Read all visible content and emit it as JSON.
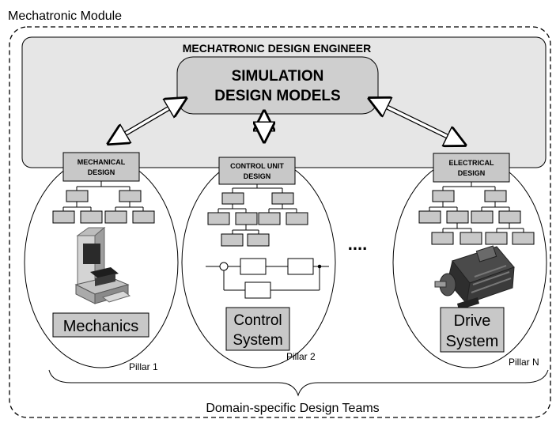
{
  "module_title": "Mechatronic Module",
  "engineer_title": "MECHATRONIC DESIGN ENGINEER",
  "simulation": {
    "line1": "SIMULATION",
    "line2": "DESIGN MODELS"
  },
  "pillars": [
    {
      "header": [
        "MECHANICAL",
        "DESIGN"
      ],
      "label": [
        "Mechanics"
      ],
      "pillar_name": "Pillar 1",
      "illustration": "machine-tool-icon"
    },
    {
      "header": [
        "CONTROL UNIT",
        "DESIGN"
      ],
      "label": [
        "Control",
        "System"
      ],
      "pillar_name": "Pillar 2",
      "illustration": "control-loop-diagram"
    },
    {
      "header": [
        "ELECTRICAL",
        "DESIGN"
      ],
      "label": [
        "Drive",
        "System"
      ],
      "pillar_name": "Pillar N",
      "illustration": "electric-motor-icon"
    }
  ],
  "ellipsis": "....",
  "teams_label": "Domain-specific Design Teams",
  "colors": {
    "panel_fill": "#e6e6e6",
    "sim_fill": "#cfcfcf",
    "box_fill": "#c8c8c8",
    "stroke": "#000000"
  }
}
